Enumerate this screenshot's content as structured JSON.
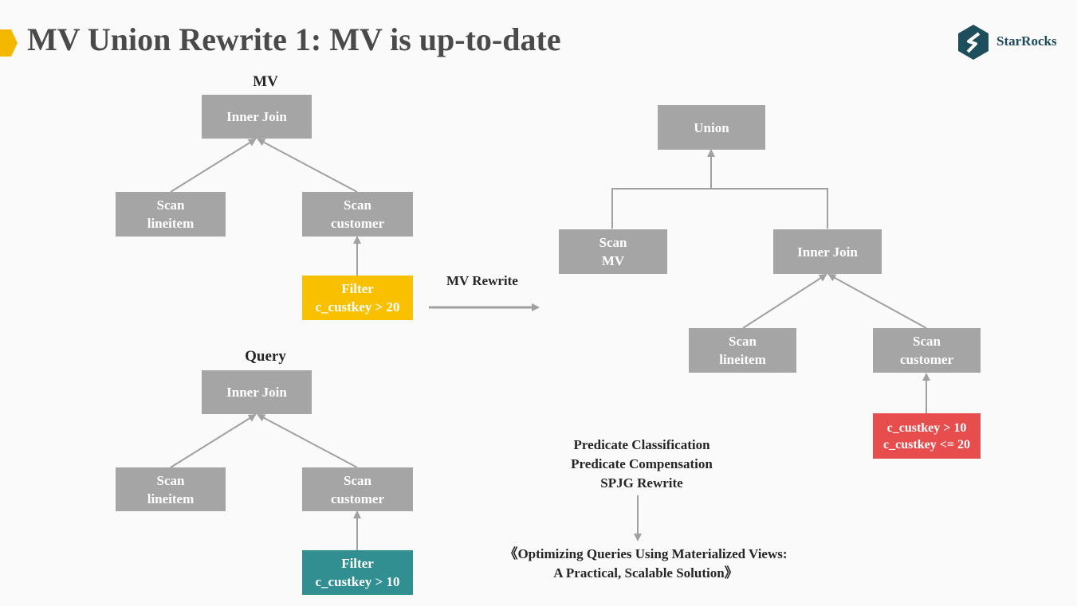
{
  "title": "MV Union Rewrite 1: MV is up-to-date",
  "logo": {
    "text": "StarRocks",
    "icon": "starrocks-logo-icon"
  },
  "mv_tree": {
    "heading": "MV",
    "join": "Inner Join",
    "scan_left": [
      "Scan",
      "lineitem"
    ],
    "scan_right": [
      "Scan",
      "customer"
    ],
    "filter": [
      "Filter",
      "c_custkey > 20"
    ]
  },
  "query_tree": {
    "heading": "Query",
    "join": "Inner Join",
    "scan_left": [
      "Scan",
      "lineitem"
    ],
    "scan_right": [
      "Scan",
      "customer"
    ],
    "filter": [
      "Filter",
      "c_custkey > 10"
    ]
  },
  "rewrite_label": "MV Rewrite",
  "result_tree": {
    "union": "Union",
    "scan_mv": [
      "Scan",
      "MV"
    ],
    "join": "Inner Join",
    "scan_left": [
      "Scan",
      "lineitem"
    ],
    "scan_right": [
      "Scan",
      "customer"
    ],
    "predicate": [
      "c_custkey > 10",
      "c_custkey <= 20"
    ]
  },
  "steps": [
    "Predicate Classification",
    "Predicate Compensation",
    "SPJG Rewrite"
  ],
  "reference": [
    "《Optimizing Queries Using Materialized Views:",
    "A Practical, Scalable Solution》"
  ],
  "colors": {
    "node": "#a5a5a5",
    "mv_filter": "#f9c000",
    "query_filter": "#328f91",
    "compensation": "#e84d4d",
    "accent": "#f5b800"
  }
}
